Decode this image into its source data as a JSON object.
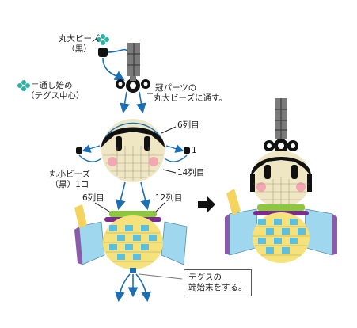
{
  "labels": {
    "maru_dai_black_l1": "丸大ビーズ",
    "maru_dai_black_l2": "（黒）",
    "legend_start_l1": "＝通し始め",
    "legend_start_l2": "（テグス中心）",
    "crown_note_l1": "冠パーツの",
    "crown_note_l2": "丸大ビーズに通す。",
    "row6_top": "6列目",
    "num_1": "1",
    "row14": "14列目",
    "maru_sho_l1": "丸小ビーズ",
    "maru_sho_l2": "（黒）1コ",
    "row6_body": "6列目",
    "row12_body": "12列目",
    "tegus_end_l1": "テグスの",
    "tegus_end_l2": "端始末をする。"
  },
  "colors": {
    "start_marker": "#2ab3a3",
    "flow_arrow": "#1a6fb5",
    "bead_black": "#111111",
    "bead_cream": "#efe6c4",
    "bead_gray": "#7a7a7a",
    "cheek_pink": "#f3a7b2",
    "sleeve_blue": "#9fd7ee",
    "sleeve_purple": "#8c5aa8",
    "fan_yellow": "#f4d35e",
    "body_yellow": "#f6e27a",
    "body_blue": "#5bc0e0",
    "collar_green": "#8dc63f",
    "sash_purple": "#7b2d8e"
  },
  "icons": {
    "start": "start-marker-icon",
    "result_arrow": "right-arrow-icon"
  }
}
